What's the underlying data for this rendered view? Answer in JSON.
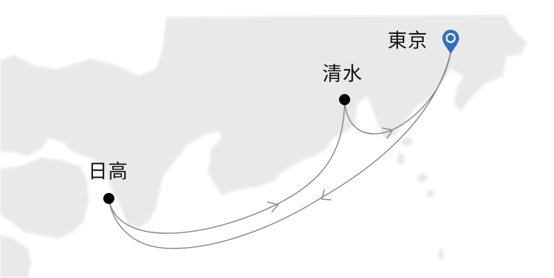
{
  "map": {
    "land_color": "#e8e9e9",
    "route_color": "#8a8a8a",
    "pin_color": "#2f6dbf",
    "places": [
      {
        "id": "tokyo",
        "name": "東京",
        "marker": "map-pin-icon"
      },
      {
        "id": "shimizu",
        "name": "清水",
        "marker": "dot"
      },
      {
        "id": "hidaka",
        "name": "日高",
        "marker": "dot"
      }
    ],
    "routes": [
      {
        "from": "日高",
        "to": "清水"
      },
      {
        "from": "清水",
        "to": "東京"
      },
      {
        "from": "東京",
        "to": "日高"
      }
    ]
  }
}
